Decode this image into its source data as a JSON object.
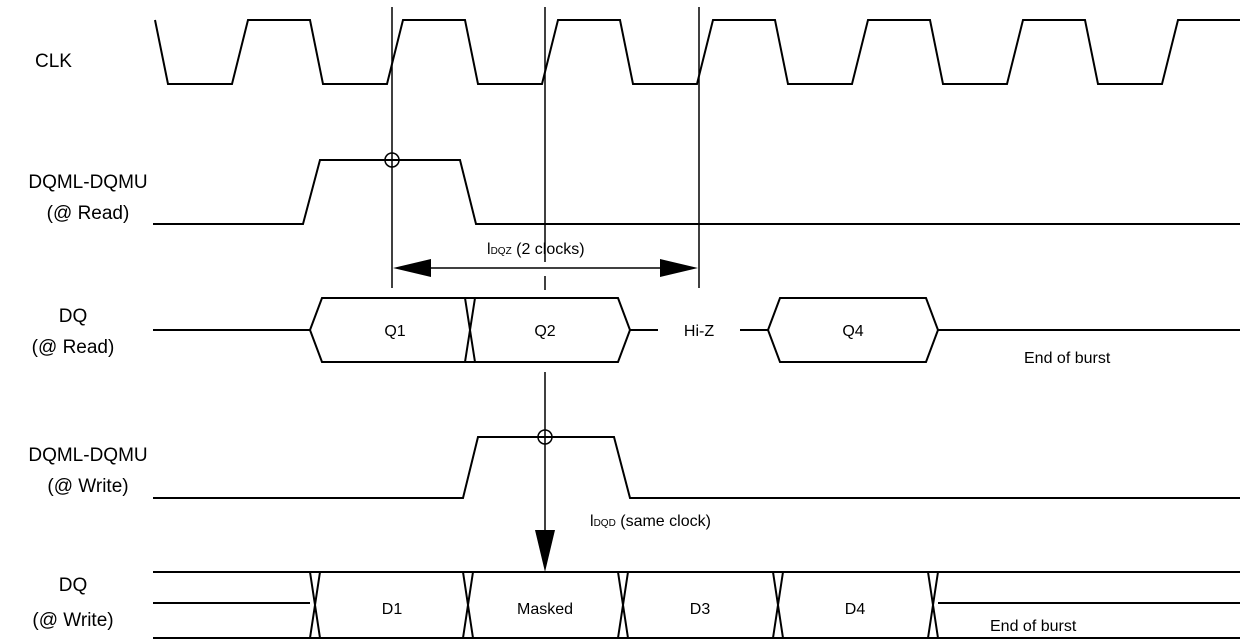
{
  "signals": {
    "clk": "CLK",
    "dqm_read": [
      "DQML-DQMU",
      "(@ Read)"
    ],
    "dq_read": [
      "DQ",
      "(@ Read)"
    ],
    "dqm_write": [
      "DQML-DQMU",
      "(@ Write)"
    ],
    "dq_write": [
      "DQ",
      "(@ Write)"
    ]
  },
  "read_data": {
    "q1": "Q1",
    "q2": "Q2",
    "hiz": "Hi-Z",
    "q4": "Q4",
    "end": "End of burst"
  },
  "write_data": {
    "d1": "D1",
    "masked": "Masked",
    "d3": "D3",
    "d4": "D4",
    "end": "End of burst"
  },
  "annotations": {
    "dqz": {
      "main": "l",
      "sub": "DQZ",
      "tail": " (2 clocks)"
    },
    "dqd": {
      "main": "l",
      "sub": "DQD",
      "tail": " (same clock)"
    }
  }
}
